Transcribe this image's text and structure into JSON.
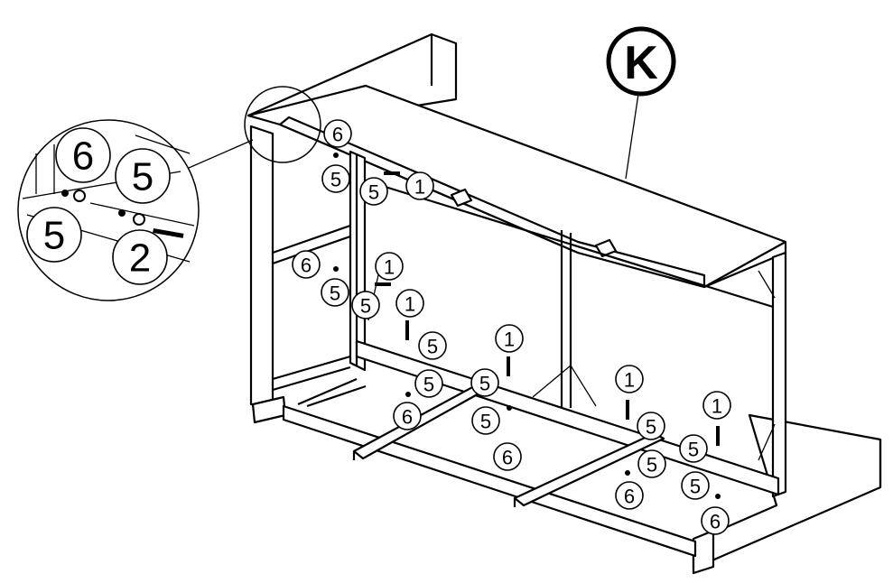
{
  "assembly_label": "K",
  "inset": {
    "labels": [
      "6",
      "5",
      "5",
      "2"
    ]
  },
  "callouts": [
    "6",
    "5",
    "5",
    "1",
    "6",
    "5",
    "1",
    "5",
    "1",
    "5",
    "5",
    "6",
    "1",
    "5",
    "5",
    "6",
    "1",
    "5",
    "5",
    "6",
    "1",
    "5",
    "5",
    "6"
  ]
}
